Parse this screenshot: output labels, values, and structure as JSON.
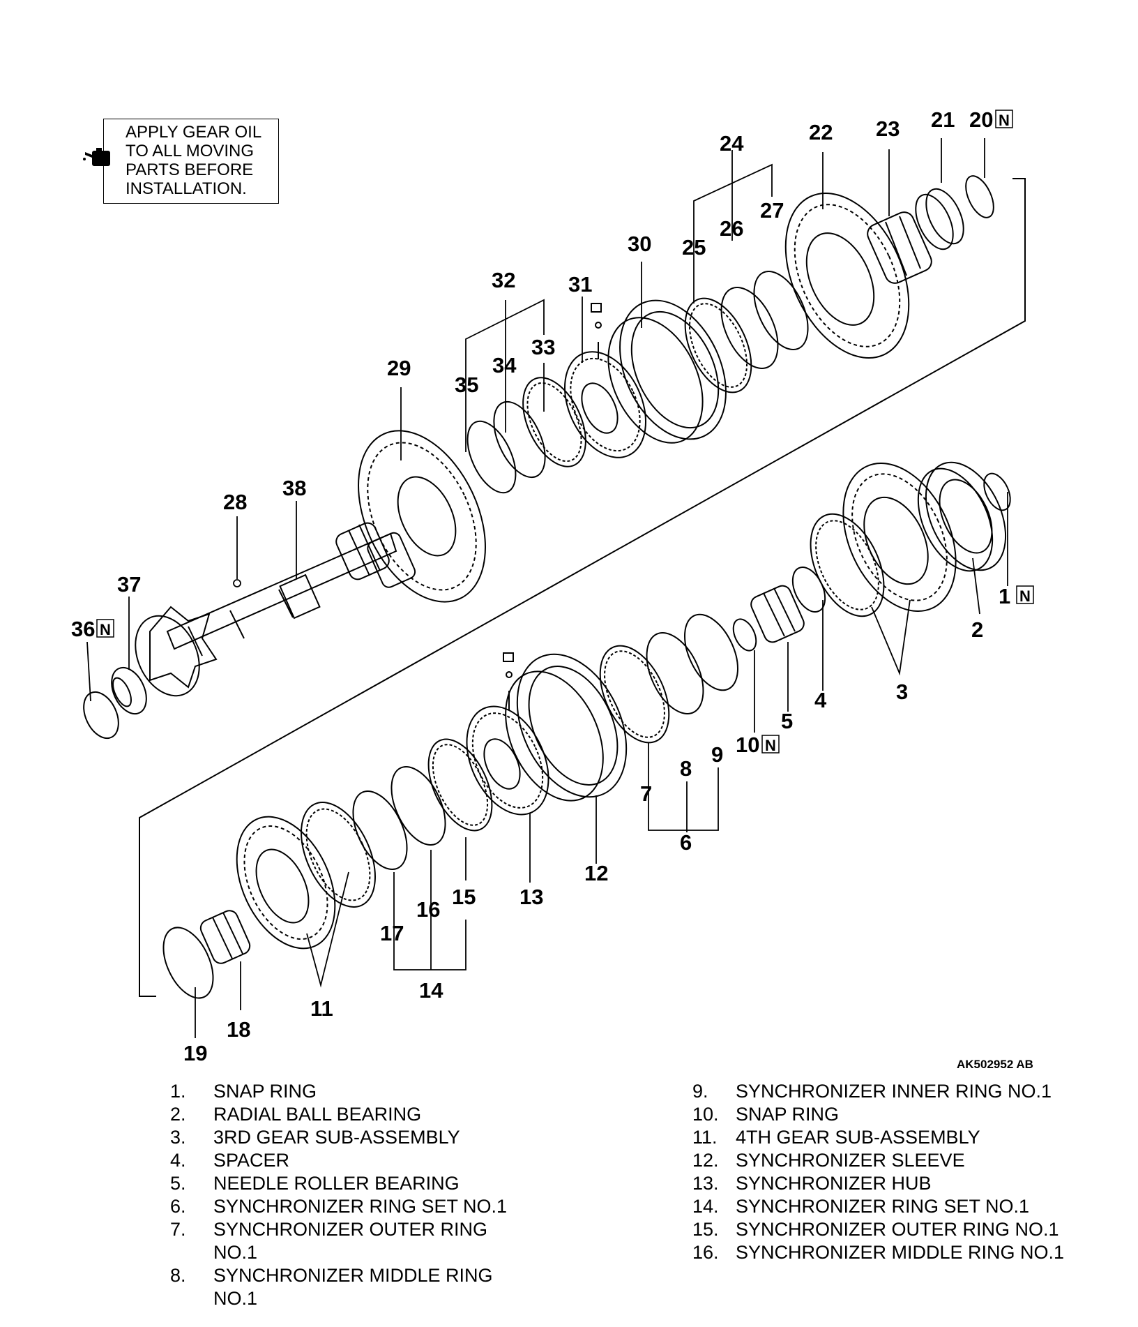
{
  "note": {
    "text": "APPLY GEAR OIL\nTO ALL MOVING\nPARTS BEFORE\nINSTALLATION."
  },
  "figure_code": "AK502952 AB",
  "callouts": {
    "c1": "1",
    "c2": "2",
    "c3": "3",
    "c4": "4",
    "c5": "5",
    "c6": "6",
    "c7": "7",
    "c8": "8",
    "c9": "9",
    "c10": "10",
    "c11": "11",
    "c12": "12",
    "c13": "13",
    "c14": "14",
    "c15": "15",
    "c16": "16",
    "c17": "17",
    "c18": "18",
    "c19": "19",
    "c20": "20",
    "c21": "21",
    "c22": "22",
    "c23": "23",
    "c24": "24",
    "c25": "25",
    "c26": "26",
    "c27": "27",
    "c28": "28",
    "c29": "29",
    "c30": "30",
    "c31": "31",
    "c32": "32",
    "c33": "33",
    "c34": "34",
    "c35": "35",
    "c36": "36",
    "c37": "37",
    "c38": "38",
    "n_mark": "N"
  },
  "legend_left": [
    {
      "num": "1.",
      "text": "SNAP RING"
    },
    {
      "num": "2.",
      "text": "RADIAL BALL BEARING"
    },
    {
      "num": "3.",
      "text": "3RD GEAR SUB-ASSEMBLY"
    },
    {
      "num": "4.",
      "text": "SPACER"
    },
    {
      "num": "5.",
      "text": "NEEDLE ROLLER BEARING"
    },
    {
      "num": "6.",
      "text": "SYNCHRONIZER RING SET NO.1"
    },
    {
      "num": "7.",
      "text": "SYNCHRONIZER OUTER RING NO.1"
    },
    {
      "num": "8.",
      "text": "SYNCHRONIZER MIDDLE RING NO.1"
    }
  ],
  "legend_right": [
    {
      "num": "9.",
      "text": "SYNCHRONIZER INNER RING NO.1"
    },
    {
      "num": "10.",
      "text": "SNAP RING"
    },
    {
      "num": "11.",
      "text": "4TH GEAR SUB-ASSEMBLY"
    },
    {
      "num": "12.",
      "text": "SYNCHRONIZER SLEEVE"
    },
    {
      "num": "13.",
      "text": "SYNCHRONIZER HUB"
    },
    {
      "num": "14.",
      "text": "SYNCHRONIZER RING SET NO.1"
    },
    {
      "num": "15.",
      "text": "SYNCHRONIZER OUTER RING NO.1"
    },
    {
      "num": "16.",
      "text": "SYNCHRONIZER MIDDLE RING NO.1"
    }
  ]
}
